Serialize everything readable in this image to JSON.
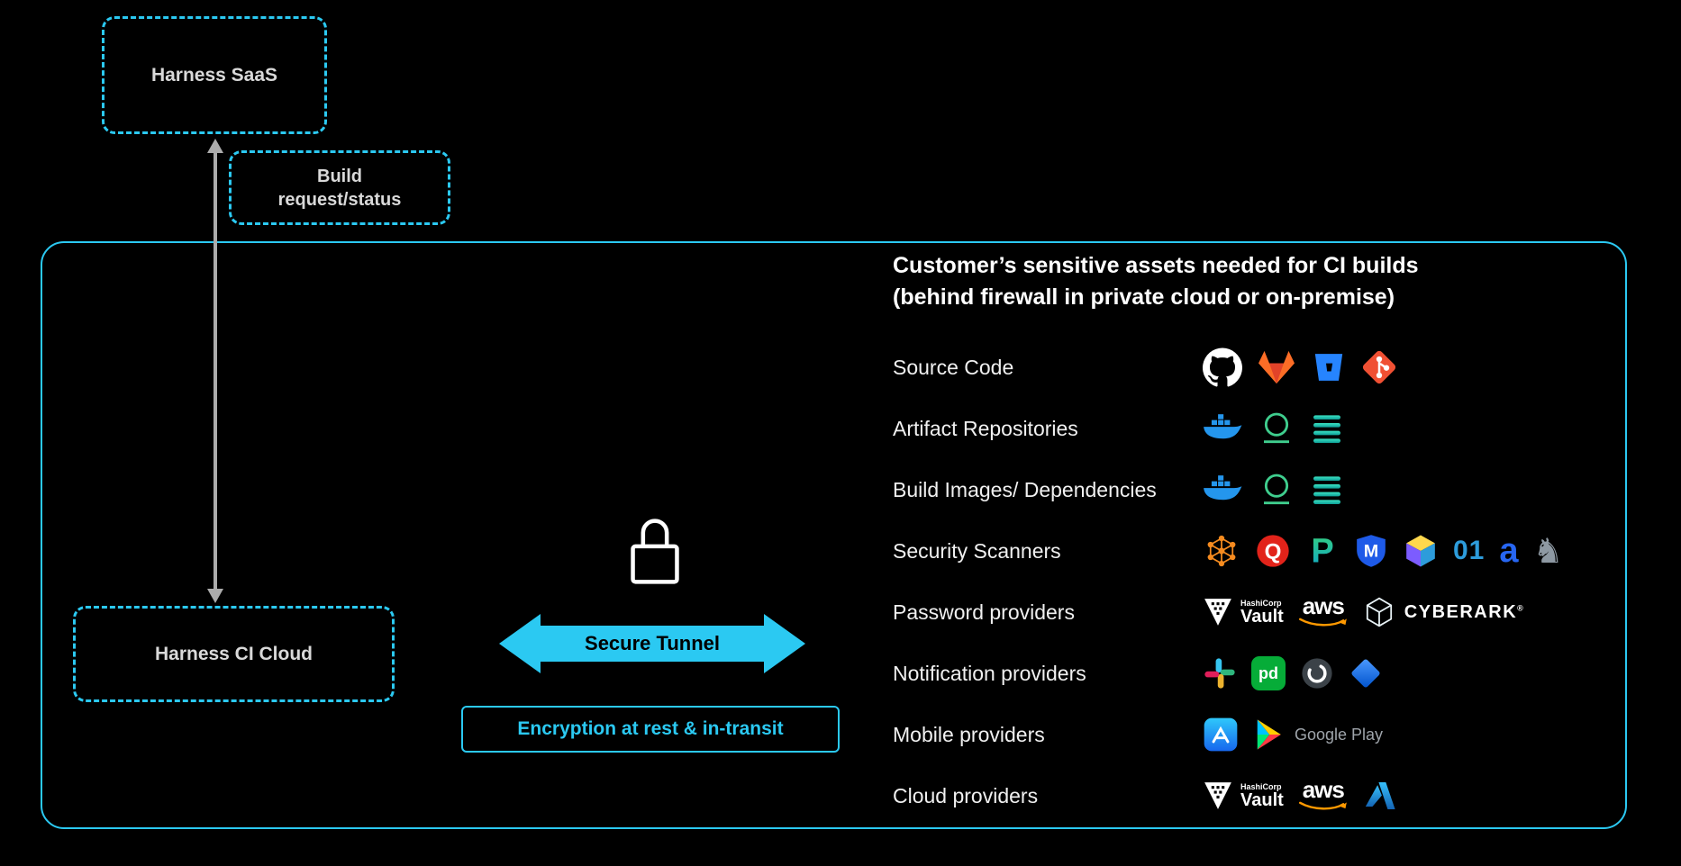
{
  "colors": {
    "background": "#000000",
    "accent_cyan": "#2BC9F2",
    "title_text": "#FFFFFF",
    "node_text": "#D9D9D9",
    "arrow_gray": "#ACACAC",
    "tunnel_text": "#000000"
  },
  "diagram": {
    "harness_saas": "Harness SaaS",
    "build_request": "Build request/status",
    "harness_ci_cloud": "Harness CI Cloud",
    "secure_tunnel": "Secure Tunnel",
    "encryption": "Encryption at rest & in-transit"
  },
  "assets_panel": {
    "title_line1": "Customer’s sensitive assets needed for CI builds",
    "title_line2": "(behind firewall in private cloud or on-premise)",
    "rows": [
      {
        "label": "Source Code",
        "icons": [
          {
            "name": "github"
          },
          {
            "name": "gitlab"
          },
          {
            "name": "bitbucket"
          },
          {
            "name": "git"
          }
        ]
      },
      {
        "label": "Artifact Repositories",
        "icons": [
          {
            "name": "docker"
          },
          {
            "name": "nexus-ring"
          },
          {
            "name": "artifactory-lines"
          }
        ]
      },
      {
        "label": "Build Images/ Dependencies",
        "icons": [
          {
            "name": "docker"
          },
          {
            "name": "nexus-ring"
          },
          {
            "name": "artifactory-lines"
          }
        ]
      },
      {
        "label": "Security Scanners",
        "icons": [
          {
            "name": "network-nodes"
          },
          {
            "name": "qualys-q",
            "label": "Q"
          },
          {
            "name": "p-badge",
            "label": "P"
          },
          {
            "name": "m-shield",
            "label": "M"
          },
          {
            "name": "color-cube"
          },
          {
            "name": "o1-badge",
            "label": "01"
          },
          {
            "name": "aqua-a",
            "label": "a"
          },
          {
            "name": "knight-badge"
          }
        ]
      },
      {
        "label": "Password providers",
        "icons": [
          {
            "name": "hashicorp-vault",
            "label": "Vault",
            "sublabel": "HashiCorp"
          },
          {
            "name": "aws",
            "label": "aws"
          },
          {
            "name": "cyberark",
            "label": "CYBERARK",
            "sup": "®"
          }
        ]
      },
      {
        "label": "Notification providers",
        "icons": [
          {
            "name": "slack"
          },
          {
            "name": "pagerduty",
            "label": "pd"
          },
          {
            "name": "chat-ring"
          },
          {
            "name": "jira"
          }
        ]
      },
      {
        "label": "Mobile providers",
        "icons": [
          {
            "name": "app-store"
          },
          {
            "name": "google-play",
            "label": "Google Play"
          }
        ]
      },
      {
        "label": "Cloud providers",
        "icons": [
          {
            "name": "hashicorp-vault",
            "label": "Vault",
            "sublabel": "HashiCorp"
          },
          {
            "name": "aws",
            "label": "aws"
          },
          {
            "name": "azure"
          }
        ]
      }
    ]
  }
}
